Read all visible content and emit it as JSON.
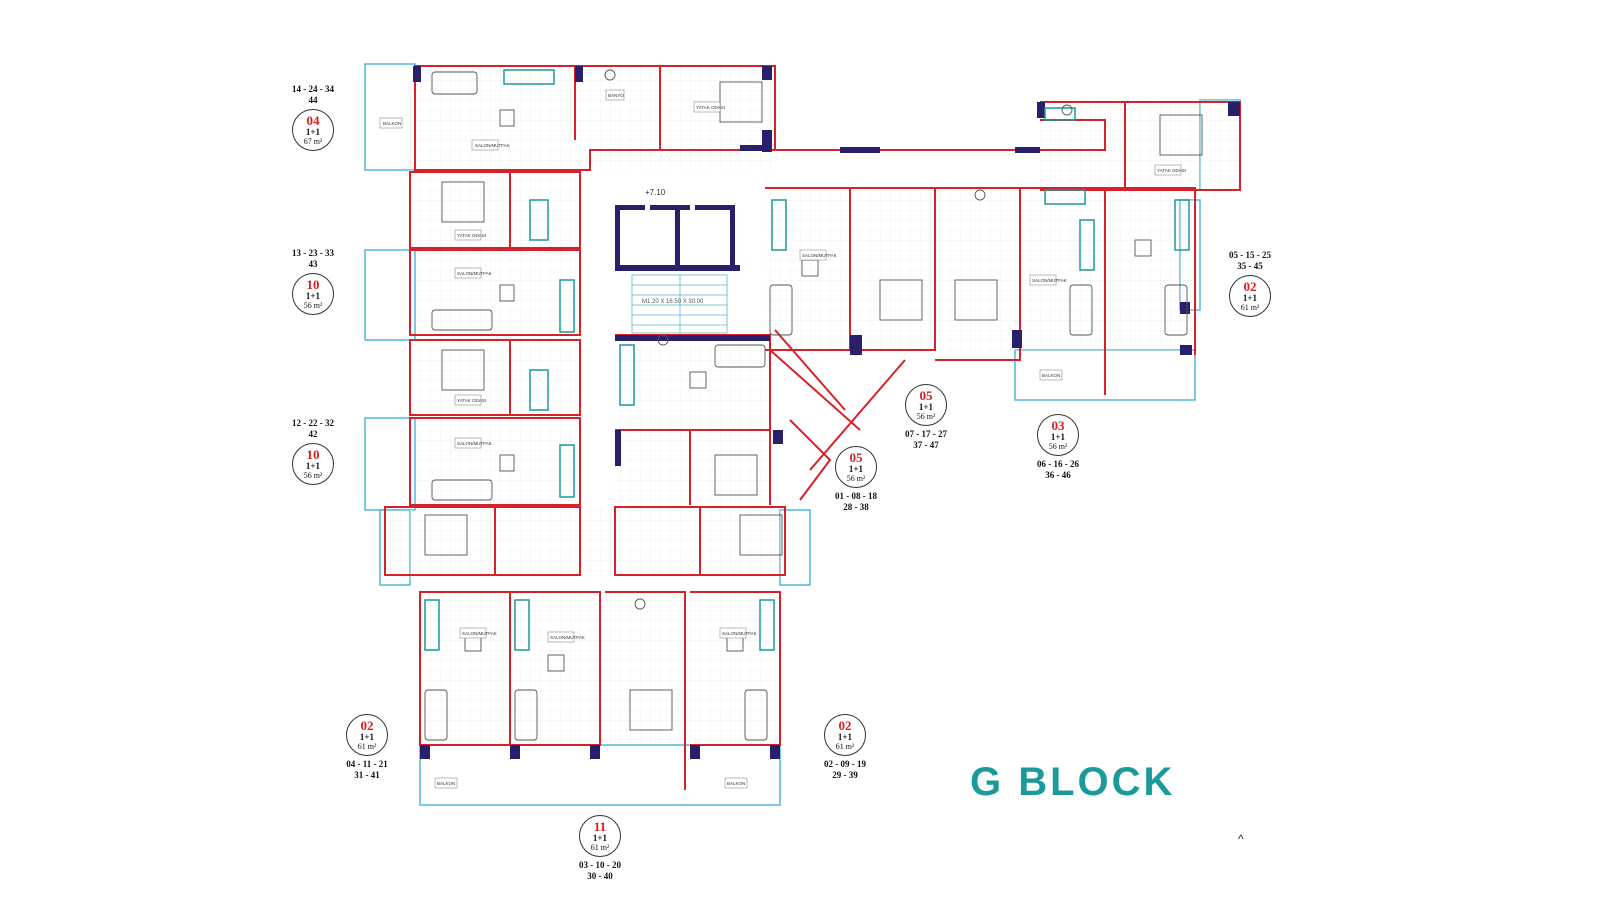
{
  "title": "G BLOCK",
  "caret": "^",
  "stair_level": "+7.10",
  "stair_note": "M1.20 X 16.50 X 30.00",
  "units": [
    {
      "id": "u04-top",
      "code": "04",
      "type": "1+1",
      "area": "67 m²",
      "floors_top": [
        "14 - 24 - 34",
        "44"
      ],
      "floors_bottom": []
    },
    {
      "id": "u10-a",
      "code": "10",
      "type": "1+1",
      "area": "56 m²",
      "floors_top": [
        "13 - 23 - 33",
        "43"
      ],
      "floors_bottom": []
    },
    {
      "id": "u10-b",
      "code": "10",
      "type": "1+1",
      "area": "56 m²",
      "floors_top": [
        "12 - 22 - 32",
        "42"
      ],
      "floors_bottom": []
    },
    {
      "id": "u02-right",
      "code": "02",
      "type": "1+1",
      "area": "61 m²",
      "floors_top": [
        "05 - 15 - 25",
        "35 - 45"
      ],
      "floors_bottom": []
    },
    {
      "id": "u05-a",
      "code": "05",
      "type": "1+1",
      "area": "56 m²",
      "floors_top": [],
      "floors_bottom": [
        "07 - 17 - 27",
        "37 - 47"
      ]
    },
    {
      "id": "u03",
      "code": "03",
      "type": "1+1",
      "area": "56 m²",
      "floors_top": [],
      "floors_bottom": [
        "06 - 16 - 26",
        "36 - 46"
      ]
    },
    {
      "id": "u05-b",
      "code": "05",
      "type": "1+1",
      "area": "56 m²",
      "floors_top": [],
      "floors_bottom": [
        "01 - 08 - 18",
        "28 - 38"
      ]
    },
    {
      "id": "u02-bl",
      "code": "02",
      "type": "1+1",
      "area": "61 m²",
      "floors_top": [],
      "floors_bottom": [
        "04 - 11 - 21",
        "31 - 41"
      ]
    },
    {
      "id": "u02-br",
      "code": "02",
      "type": "1+1",
      "area": "61 m²",
      "floors_top": [],
      "floors_bottom": [
        "02 - 09 - 19",
        "29 - 39"
      ]
    },
    {
      "id": "u11",
      "code": "11",
      "type": "1+1",
      "area": "61 m²",
      "floors_top": [],
      "floors_bottom": [
        "03 - 10 - 20",
        "30 - 40"
      ]
    }
  ],
  "room_labels": {
    "balkon": "BALKON",
    "salon": "SALON/MUTFAK",
    "yatak": "YATAK ODASI",
    "banyo": "BANYO"
  }
}
